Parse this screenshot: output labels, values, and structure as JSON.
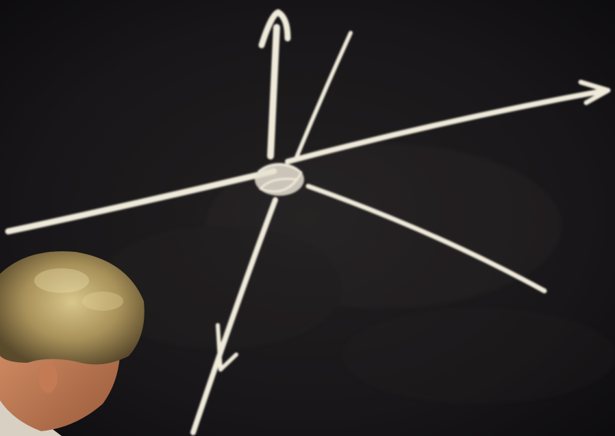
{
  "scene": {
    "description_colors": {
      "board": "#1a1a1c",
      "board_edge": "#0c0c0e",
      "chalk": "#efeada",
      "hair": "#b8a66c",
      "skin": "#c9835c"
    },
    "subjects": [
      "blackboard",
      "chalk-axes-diagram",
      "person-head"
    ]
  }
}
